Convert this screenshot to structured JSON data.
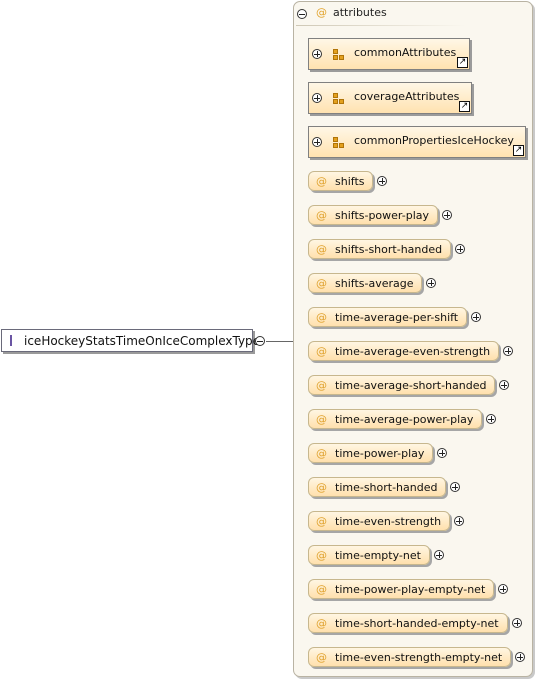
{
  "complex_type": {
    "name": "iceHockeyStatsTimeOnIceComplexType",
    "icon": "complex-type-icon"
  },
  "attributes_panel": {
    "title": "attributes",
    "at_symbol": "@"
  },
  "groups": [
    {
      "name": "commonAttributes",
      "icon": "attribute-group-icon"
    },
    {
      "name": "coverageAttributes",
      "icon": "attribute-group-icon"
    },
    {
      "name": "commonPropertiesIceHockey",
      "icon": "attribute-group-icon"
    }
  ],
  "attributes": [
    "shifts",
    "shifts-power-play",
    "shifts-short-handed",
    "shifts-average",
    "time-average-per-shift",
    "time-average-even-strength",
    "time-average-short-handed",
    "time-average-power-play",
    "time-power-play",
    "time-short-handed",
    "time-even-strength",
    "time-empty-net",
    "time-power-play-empty-net",
    "time-short-handed-empty-net",
    "time-even-strength-empty-net"
  ],
  "colors": {
    "attribute_fill": "#ffe0ad",
    "group_icon": "#e3a01e",
    "type_icon": "#9f86d9"
  }
}
